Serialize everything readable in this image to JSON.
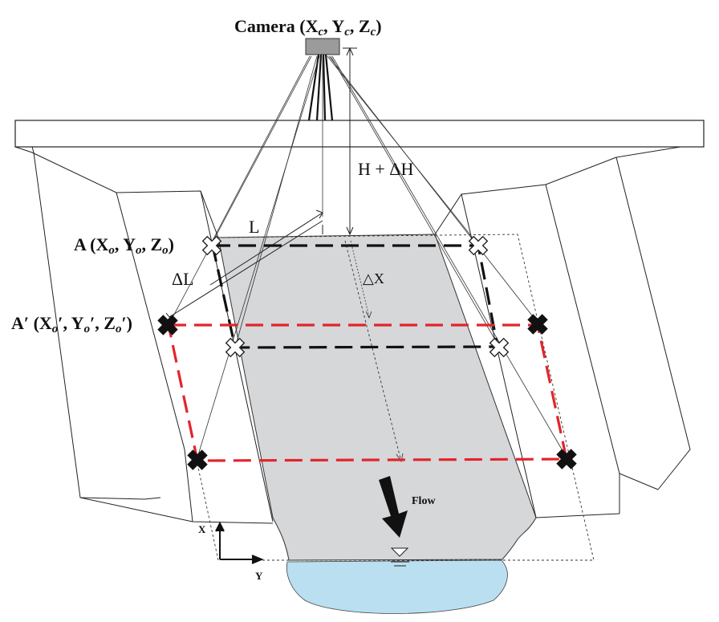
{
  "labels": {
    "camera": "Camera (X",
    "camera_c1": "c",
    "camera_y": ", Y",
    "camera_c2": "c",
    "camera_z": ", Z",
    "camera_c3": "c",
    "camera_close": ")",
    "point_a": "A (X",
    "point_a_o1": "o",
    "point_a_y": ", Y",
    "point_a_o2": "o",
    "point_a_z": ", Z",
    "point_a_o3": "o",
    "point_a_close": ")",
    "point_a_prime": "A′ (X",
    "point_ap_o1": "o",
    "point_ap_y": "′, Y",
    "point_ap_o2": "o",
    "point_ap_z": "′, Z",
    "point_ap_o3": "o",
    "point_ap_close": "′)",
    "height": "H + ΔH",
    "length": "L",
    "delta_length": "ΔL",
    "delta_x": "△X",
    "flow": "Flow",
    "axis_x": "X",
    "axis_y": "Y"
  },
  "colors": {
    "water_surface": "#d5d7d9",
    "water_pool": "#b9dff0",
    "red_dashes": "#e3242b",
    "black_dashes": "#111111",
    "camera_body": "#9b9b9b"
  },
  "icons": {
    "marker_white": "white-cross-marker-icon",
    "marker_black": "black-cross-marker-icon",
    "flow_arrow": "flow-arrow-icon",
    "water_level": "water-level-triangle-icon"
  }
}
